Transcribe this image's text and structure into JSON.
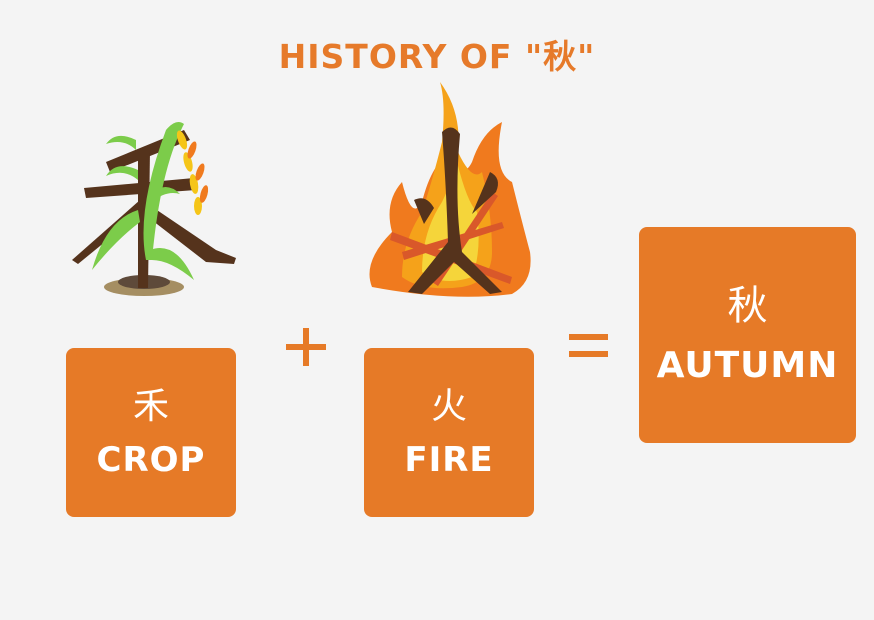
{
  "title": "HISTORY OF \"秋\"",
  "colors": {
    "accent": "#e67a27",
    "background": "#f4f4f4",
    "stroke_brown": "#55331c",
    "leaf_green": "#7ccc4a",
    "flame_orange": "#f07a1e",
    "flame_yellow": "#f5c518"
  },
  "illustrations": {
    "crop": "crop-plant-kanji-illustration",
    "fire": "campfire-kanji-illustration"
  },
  "operators": {
    "plus": "+",
    "equals": "="
  },
  "cards": [
    {
      "id": "crop",
      "kanji": "禾",
      "label": "CROP"
    },
    {
      "id": "fire",
      "kanji": "火",
      "label": "FIRE"
    },
    {
      "id": "autumn",
      "kanji": "秋",
      "label": "AUTUMN"
    }
  ]
}
